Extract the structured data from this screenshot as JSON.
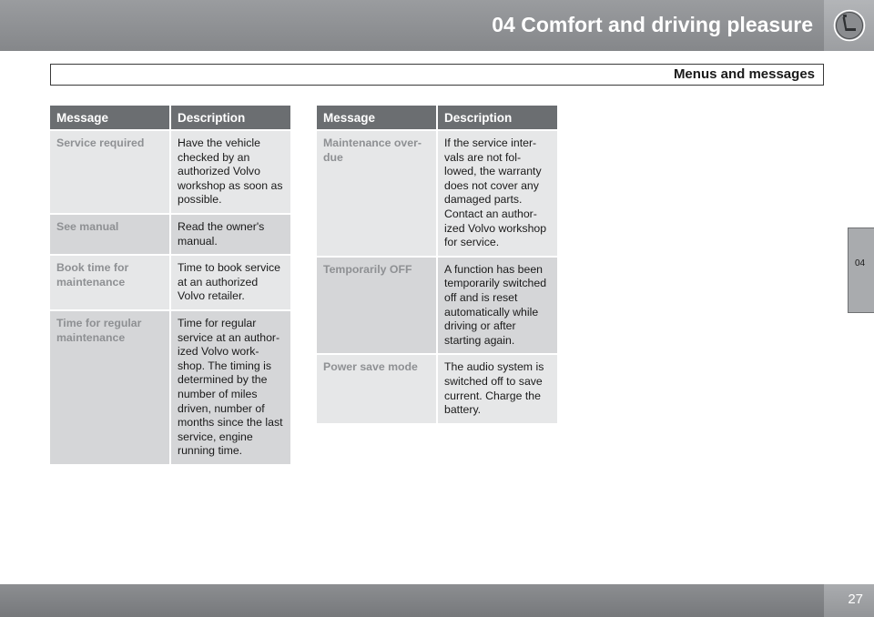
{
  "header": {
    "chapter_title": "04 Comfort and driving pleasure",
    "icon": "seat-icon"
  },
  "section": {
    "title": "Menus and messages"
  },
  "side_tab": {
    "label": "04"
  },
  "tables": [
    {
      "columns": [
        "Message",
        "Description"
      ],
      "rows": [
        {
          "message": "Service required",
          "description": "Have the vehicle checked by an authorized Volvo workshop as soon as possible."
        },
        {
          "message": "See manual",
          "description": "Read the owner's manual."
        },
        {
          "message": "Book time for maintenance",
          "description": "Time to book service at an authorized Volvo retailer."
        },
        {
          "message": "Time for regular maintenance",
          "description": "Time for regular service at an author-ized Volvo work-shop. The timing is determined by the number of miles driven, number of months since the last service, engine running time."
        }
      ]
    },
    {
      "columns": [
        "Message",
        "Description"
      ],
      "rows": [
        {
          "message": "Maintenance over-due",
          "description": "If the service inter-vals are not fol-lowed, the warranty does not cover any damaged parts. Contact an author-ized Volvo workshop for service."
        },
        {
          "message": "Temporarily OFF",
          "description": "A function has been temporarily switched off and is reset automatically while driving or after starting again."
        },
        {
          "message": "Power save mode",
          "description": "The audio system is switched off to save current. Charge the battery."
        }
      ]
    }
  ],
  "footer": {
    "page_number": "27"
  }
}
